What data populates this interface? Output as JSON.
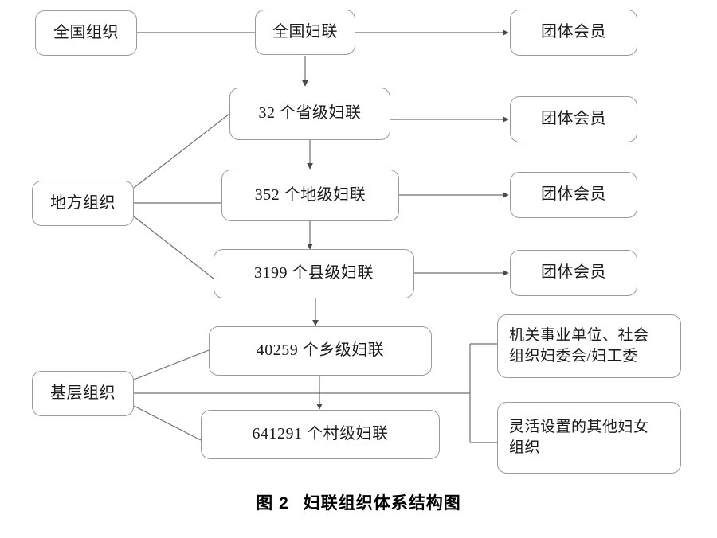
{
  "figure": {
    "caption_label": "图 2",
    "caption_title": "妇联组织体系结构图"
  },
  "theme": {
    "box_border": "#9a9a9a",
    "line_color": "#6f6f6f",
    "text_color": "#1a1a1a",
    "background": "#ffffff"
  },
  "categories": [
    {
      "id": "national",
      "label": "全国组织"
    },
    {
      "id": "local",
      "label": "地方组织"
    },
    {
      "id": "grassroots",
      "label": "基层组织"
    }
  ],
  "hierarchy": [
    {
      "id": "acwf",
      "label": "全国妇联",
      "count": null,
      "unit": null,
      "level": "全国妇联"
    },
    {
      "id": "province",
      "label": "32 个省级妇联",
      "count": "32",
      "unit": "个",
      "level": "省级妇联"
    },
    {
      "id": "prefect",
      "label": "352 个地级妇联",
      "count": "352",
      "unit": "个",
      "level": "地级妇联"
    },
    {
      "id": "county",
      "label": "3199 个县级妇联",
      "count": "3199",
      "unit": "个",
      "level": "县级妇联"
    },
    {
      "id": "township",
      "label": "40259 个乡级妇联",
      "count": "40259",
      "unit": "个",
      "level": "乡级妇联"
    },
    {
      "id": "village",
      "label": "641291 个村级妇联",
      "count": "641291",
      "unit": "个",
      "level": "村级妇联"
    }
  ],
  "group_members": [
    {
      "id": "member-acwf",
      "label": "团体会员"
    },
    {
      "id": "member-province",
      "label": "团体会员"
    },
    {
      "id": "member-prefect",
      "label": "团体会员"
    },
    {
      "id": "member-county",
      "label": "团体会员"
    }
  ],
  "grassroots_units": [
    {
      "id": "unit-organs",
      "line1": "机关事业单位、社会",
      "line2": "组织妇委会/妇工委"
    },
    {
      "id": "unit-other",
      "line1": "灵活设置的其他妇女",
      "line2": "组织"
    }
  ]
}
